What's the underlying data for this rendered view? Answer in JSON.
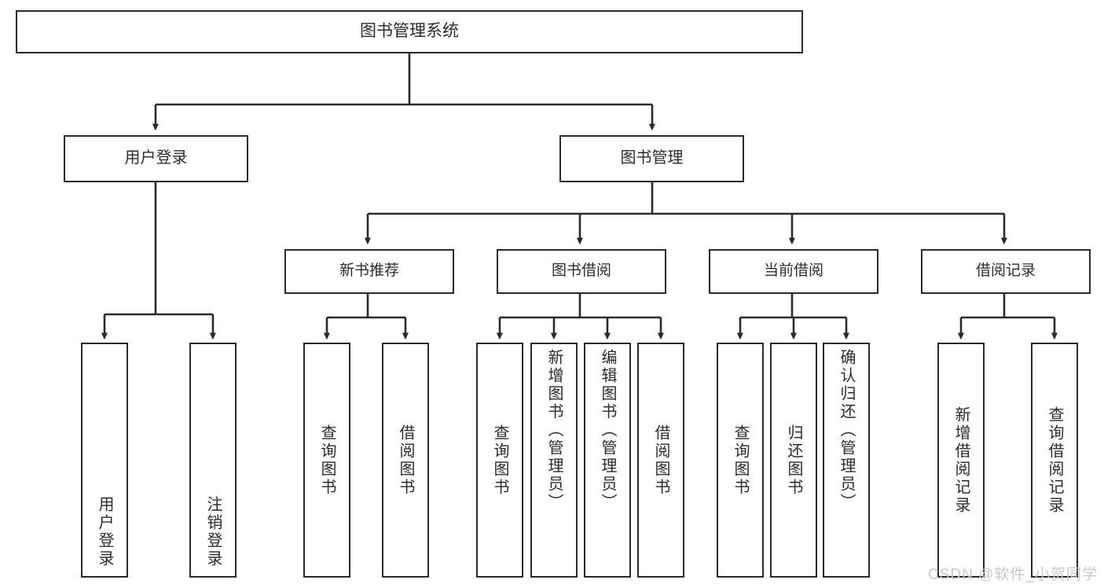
{
  "diagram": {
    "title": "图书管理系统",
    "type": "hierarchy-tree",
    "root": {
      "label": "图书管理系统"
    },
    "level2": [
      {
        "label": "用户登录"
      },
      {
        "label": "图书管理"
      }
    ],
    "level3": [
      {
        "label": "新书推荐"
      },
      {
        "label": "图书借阅"
      },
      {
        "label": "当前借阅"
      },
      {
        "label": "借阅记录"
      }
    ],
    "leaves": {
      "user_login": [
        {
          "label": "用户登录"
        },
        {
          "label": "注销登录"
        }
      ],
      "new_book_recommend": [
        {
          "label": "查询图书"
        },
        {
          "label": "借阅图书"
        }
      ],
      "book_borrow": [
        {
          "label": "查询图书"
        },
        {
          "label": "新增图书（管理员）"
        },
        {
          "label": "编辑图书（管理员）"
        },
        {
          "label": "借阅图书"
        }
      ],
      "current_borrow": [
        {
          "label": "查询图书"
        },
        {
          "label": "归还图书"
        },
        {
          "label": "确认归还（管理员）"
        }
      ],
      "borrow_record": [
        {
          "label": "新增借阅记录"
        },
        {
          "label": "查询借阅记录"
        }
      ]
    }
  },
  "watermark": {
    "text": "CSDN @软件_小贺同学"
  },
  "colors": {
    "stroke": "#2b2b2b",
    "background": "#ffffff",
    "text": "#2b2b2b",
    "watermark": "#c9c9c9"
  }
}
